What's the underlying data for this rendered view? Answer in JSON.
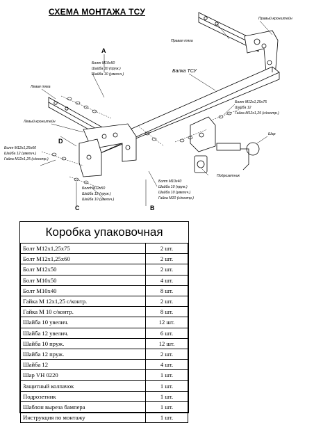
{
  "title": "СХЕМА МОНТАЖА ТСУ",
  "labels": {
    "right_bracket": "Правый кронштейн",
    "right_rod": "Правая тяга",
    "beam": "Балка ТСУ",
    "left_rod": "Левая тяга",
    "left_bracket": "Левый кронштейн",
    "ball": "Шар",
    "socket": "Подрозетник",
    "group_a": [
      "Болт М10х50",
      "Шайба 10 (пруж.)",
      "Шайба 10 (увелич.)"
    ],
    "group_right": [
      "Болт М12х1,25х75",
      "Шайба 12",
      "Гайка М12х1,25 (с/контр.)"
    ],
    "group_d": [
      "Болт М12х1,25х60",
      "Шайба 12 (увелич.)",
      "Гайка М12х1,25 (с/контр.)"
    ],
    "group_c": [
      "Болт М12х50",
      "Шайба 12 (пруж.)",
      "Шайба 10 (увелич.)"
    ],
    "group_b": [
      "Болт М10х40",
      "Шайба 10 (пруж.)",
      "Шайба 10 (увелич.)",
      "Гайка М10 (с/контр.)"
    ],
    "letters": [
      "A",
      "B",
      "C",
      "D"
    ]
  },
  "packing": {
    "title": "Коробка упаковочная",
    "rows": [
      {
        "name": "Болт M12x1,25x75",
        "qty": "2 шт."
      },
      {
        "name": "Болт M12x1,25x60",
        "qty": "2 шт."
      },
      {
        "name": "Болт M12x50",
        "qty": "2 шт."
      },
      {
        "name": "Болт M10x50",
        "qty": "4 шт."
      },
      {
        "name": "Болт M10x40",
        "qty": "8 шт."
      },
      {
        "name": "Гайка М 12x1,25  с/контр.",
        "qty": "2 шт."
      },
      {
        "name": "Гайка М 10  с/контр.",
        "qty": "8 шт."
      },
      {
        "name": "Шайба 10  увелич.",
        "qty": "12 шт."
      },
      {
        "name": "Шайба 12  увелич.",
        "qty": "6 шт."
      },
      {
        "name": "Шайба 10 пруж.",
        "qty": "12 шт."
      },
      {
        "name": "Шайба 12 пруж.",
        "qty": "2 шт."
      },
      {
        "name": "Шайба 12",
        "qty": "4 шт."
      },
      {
        "name": "Шар VH 0220",
        "qty": "1 шт."
      },
      {
        "name": "Защитный колпачок",
        "qty": "1 шт."
      },
      {
        "name": "Подрозетник",
        "qty": "1 шт."
      },
      {
        "name": "Шаблон выреза бампера",
        "qty": "1 шт."
      },
      {
        "name": "Инструкция по монтажу",
        "qty": "1 шт."
      }
    ]
  }
}
